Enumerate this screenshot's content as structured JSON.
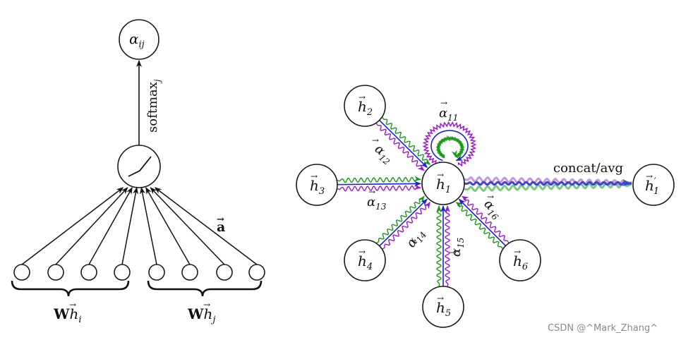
{
  "left_diagram": {
    "alpha_node": {
      "base": "α",
      "sub": "ij"
    },
    "softmax_label": {
      "base": "softmax",
      "sub": "j"
    },
    "weight_label": "a",
    "group_i": {
      "bold": "W",
      "var": "h",
      "sub": "i"
    },
    "group_j": {
      "bold": "W",
      "var": "h",
      "sub": "j"
    }
  },
  "right_diagram": {
    "center_node": {
      "var": "h",
      "sub": "1"
    },
    "neighbors": [
      {
        "var": "h",
        "sub": "2"
      },
      {
        "var": "h",
        "sub": "3"
      },
      {
        "var": "h",
        "sub": "4"
      },
      {
        "var": "h",
        "sub": "5"
      },
      {
        "var": "h",
        "sub": "6"
      }
    ],
    "output_node": {
      "var": "h",
      "sup": "′",
      "sub": "1"
    },
    "alpha_labels": [
      {
        "base": "α",
        "sub": "11"
      },
      {
        "base": "α",
        "sub": "12"
      },
      {
        "base": "α",
        "sub": "13"
      },
      {
        "base": "α",
        "sub": "14"
      },
      {
        "base": "α",
        "sub": "15"
      },
      {
        "base": "α",
        "sub": "16"
      }
    ],
    "output_label": "concat/avg",
    "head_colors": [
      "#1f1fdc",
      "#1a9a1a",
      "#9a1ad0"
    ]
  },
  "watermark": "CSDN @^Mark_Zhang^"
}
